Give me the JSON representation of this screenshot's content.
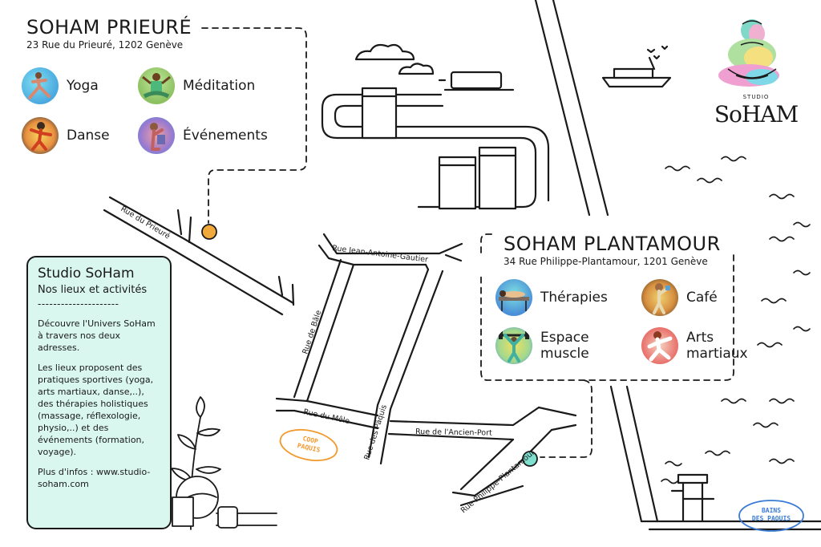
{
  "venues": {
    "prieure": {
      "title": "SOHAM PRIEURÉ",
      "address": "23 Rue du Prieuré, 1202 Genève",
      "activities": [
        "Yoga",
        "Méditation",
        "Danse",
        "Événements"
      ],
      "marker_color": "#f2a93b"
    },
    "plantamour": {
      "title": "SOHAM PLANTAMOUR",
      "address": "34 Rue Philippe-Plantamour, 1201 Genève",
      "activities": [
        "Thérapies",
        "Café",
        "Espace muscle",
        "Arts martiaux"
      ],
      "marker_color": "#7fe0d0"
    }
  },
  "streets": {
    "prieure": "Rue du Prieuré",
    "jean_antoine_gautier": "Rue Jean-Antoine-Gautier",
    "bale": "Rue de Bâle",
    "mole": "Rue du Môle",
    "paquis": "Rue des Pâquis",
    "ancien_port": "Rue de l'Ancien-Port",
    "philippe_plantamour": "Rue Philippe-Plantamour"
  },
  "tags": {
    "coop_line1": "COOP",
    "coop_line2": "PAQUIS",
    "bains_line1": "BAINS",
    "bains_line2": "DES PAQUIS",
    "coop_color": "#f29a2e",
    "bains_color": "#3a7bd5"
  },
  "info_box": {
    "title": "Studio SoHam",
    "subtitle": "Nos lieux et activités",
    "divider": "---------------------",
    "paragraphs": [
      "Découvre l'Univers SoHam à travers nos deux adresses.",
      "Les lieux proposent des pratiques sportives (yoga, arts martiaux, danse,..), des thérapies holistiques (massage, réflexologie, physio,..) et des événements (formation, voyage).",
      "Plus d'infos : www.studio-soham.com"
    ],
    "background": "#d9f6ef"
  },
  "logo": {
    "studio": "STUDIO",
    "name": "SoHAM"
  },
  "icons": {
    "yoga": "yoga-figure-icon",
    "meditation": "meditation-figure-icon",
    "dance": "dance-figure-icon",
    "events": "events-figure-icon",
    "therapies": "massage-table-icon",
    "cafe": "coffee-figure-icon",
    "muscle": "weightlifter-icon",
    "martial_arts": "martial-artist-icon"
  }
}
